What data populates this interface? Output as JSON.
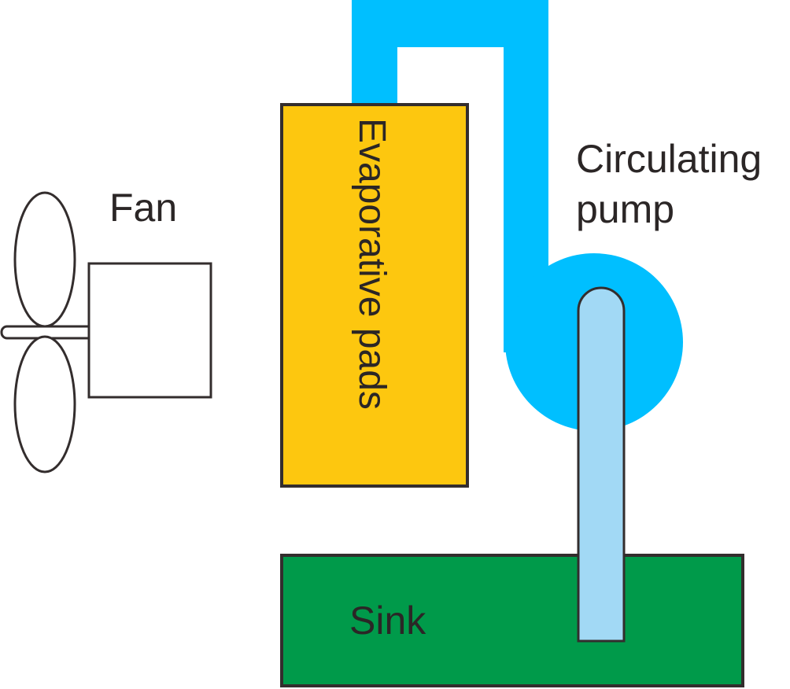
{
  "labels": {
    "fan": "Fan",
    "pads": "Evaporative pads",
    "pump_line1": "Circulating",
    "pump_line2": "pump",
    "sink": "Sink"
  },
  "colors": {
    "pipe": "#00BFFF",
    "pads": "#FDC70F",
    "sink": "#009A4A",
    "tube": "#A2D9F5",
    "outline": "#332D2D"
  }
}
